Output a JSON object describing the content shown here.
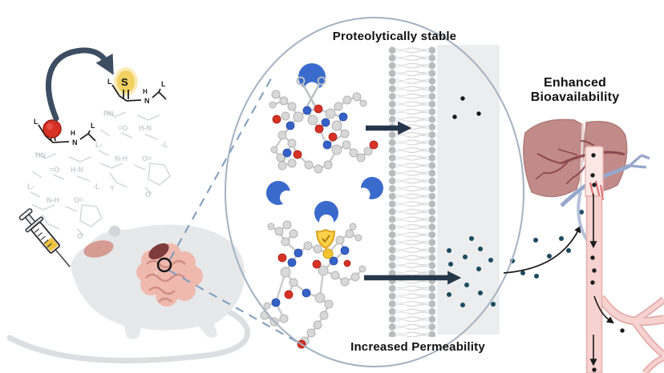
{
  "figure": {
    "stable_label": "Proteolytically stable",
    "permeability_label": "Increased Permeability",
    "bioavailability_label": "Enhanced Bioavailability"
  },
  "chemistry": {
    "amide": {
      "l_left": "L",
      "l_right": "L",
      "h": "H",
      "n": "N"
    },
    "thioamide": {
      "s": "S",
      "l_left": "L",
      "l_right": "L",
      "h": "H",
      "n": "N"
    },
    "scaffold": {
      "hn": "HN",
      "eq_o": "=O",
      "h_n": "H-N",
      "l_dash": "L-",
      "dash_l": "-L",
      "n_h": "N-H",
      "o_eq": "O=",
      "y": "Y",
      "o": "O"
    }
  },
  "icons": {
    "syringe": "syringe-icon",
    "scissors": "scissors-icon",
    "shield_check": "shield-check-icon",
    "protease": "protease-pacman-icon",
    "magnifier_circle": "intestine-target-circle"
  },
  "colors": {
    "enzyme_blue": "#3a6bcc",
    "highlight_red": "#d63226",
    "highlight_yellow": "#f2c530",
    "arrow_navy": "#26374a",
    "dashed_blue": "#7d9cbd",
    "membrane_gray": "#b9bcbe",
    "cytosol_gray": "#ecedee",
    "liver_mauve": "#c18b89",
    "vessel_pink": "#f6d2d0",
    "portal_vein_blue": "#97a7cb",
    "dot_teal": "#1d4a5f",
    "mouse_gray": "#e6e8ea",
    "intestine_pink": "#f0b9ae"
  }
}
